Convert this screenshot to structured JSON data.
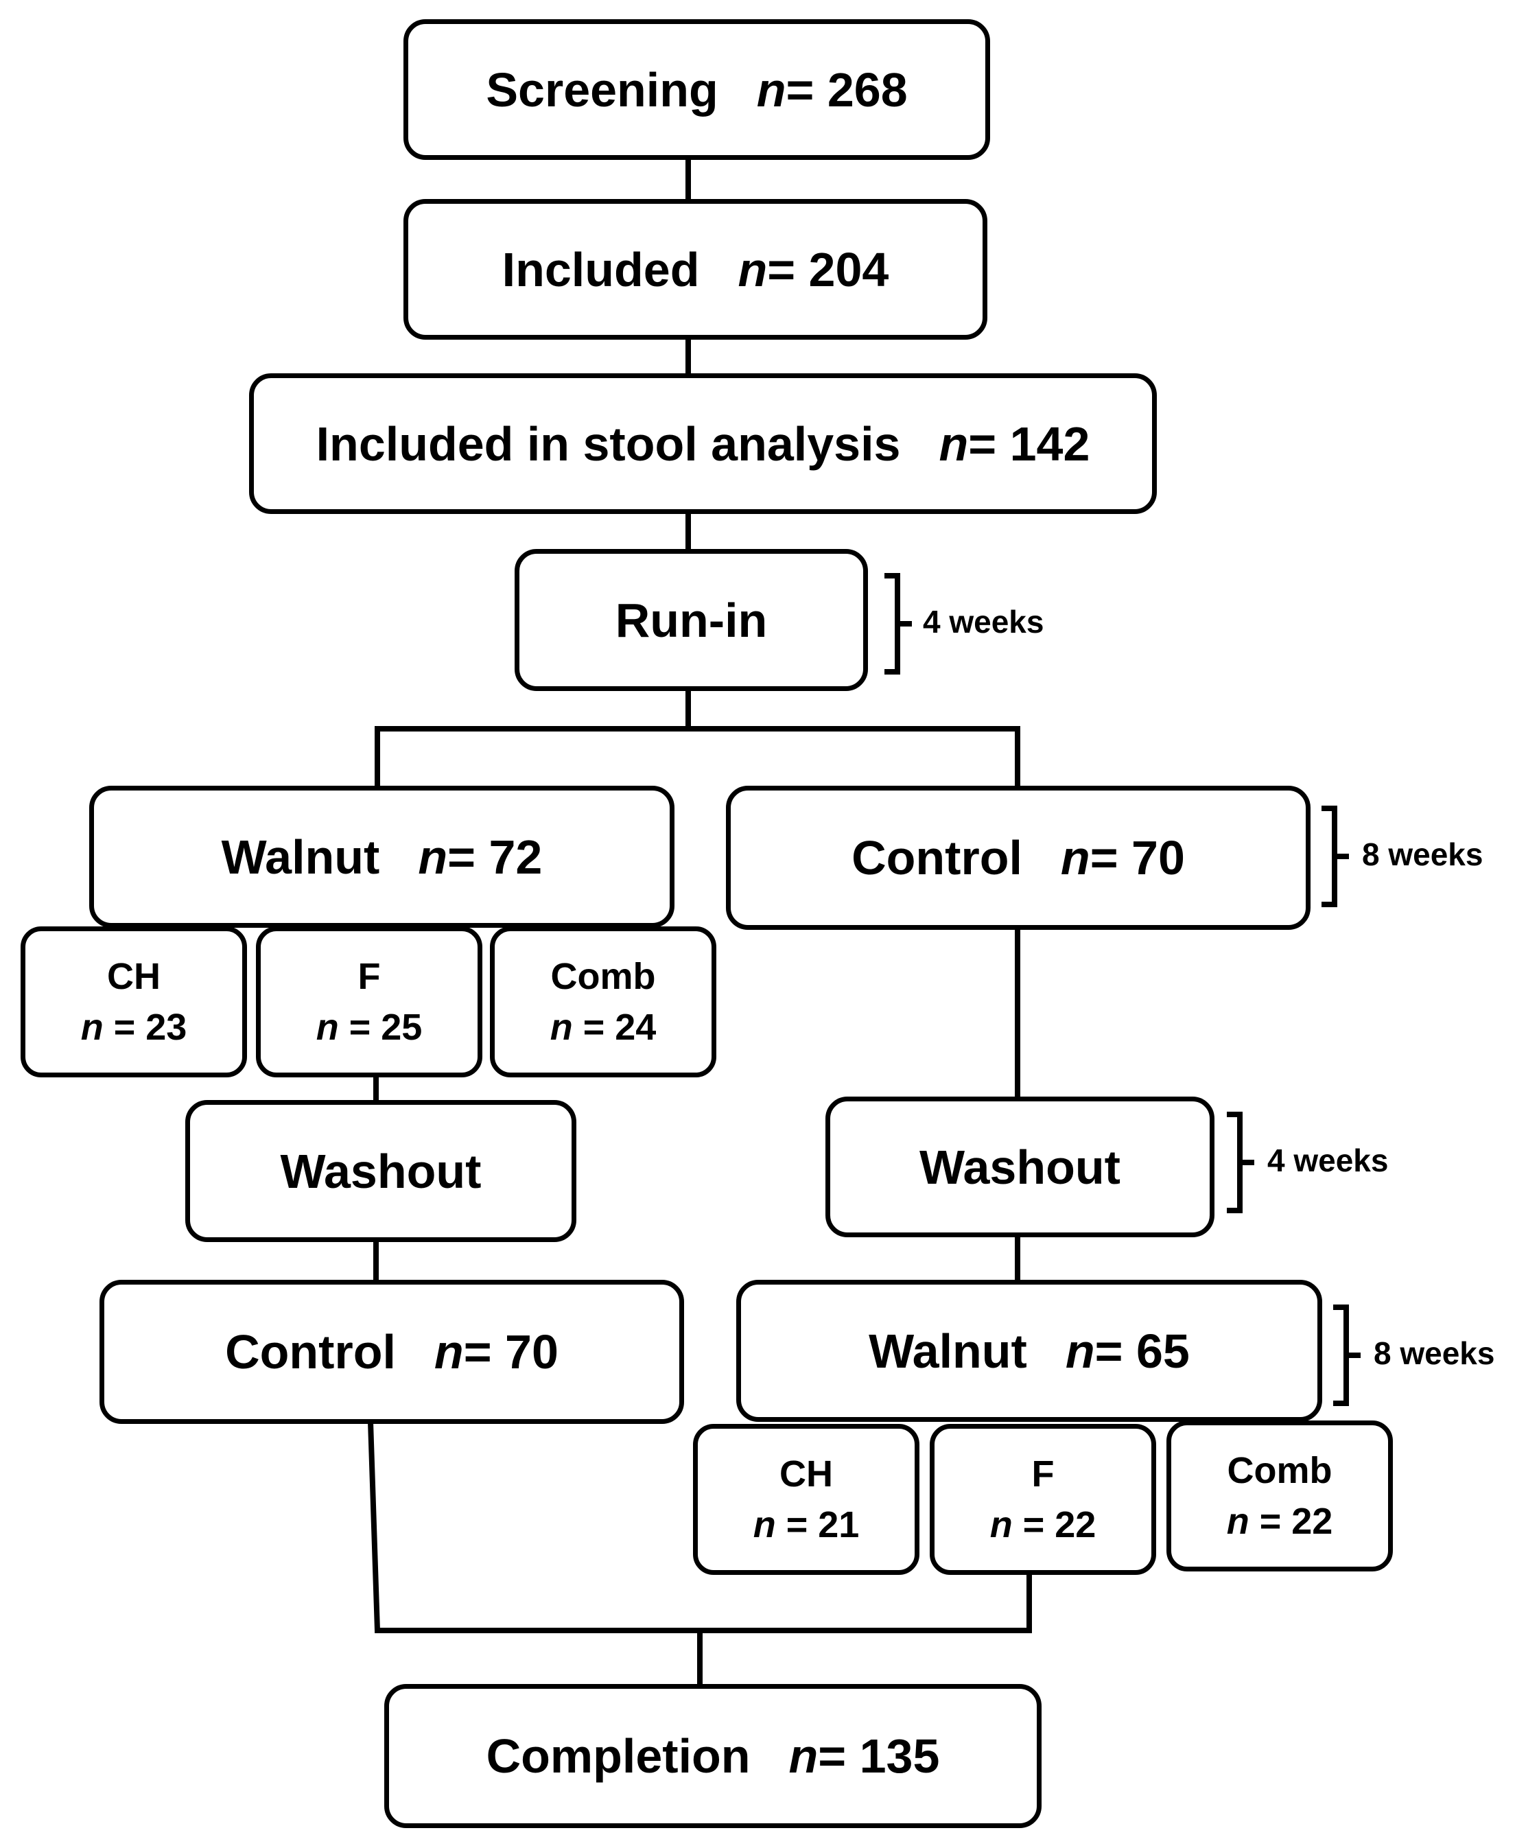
{
  "nodes": {
    "screening": {
      "label": "Screening",
      "n_symbol": "n",
      "n_text": "= 268"
    },
    "included": {
      "label": "Included",
      "n_symbol": "n",
      "n_text": "= 204"
    },
    "stool": {
      "label": "Included in stool analysis",
      "n_symbol": "n",
      "n_text": "= 142"
    },
    "runin": {
      "label": "Run-in"
    },
    "walnut_first": {
      "label": "Walnut",
      "n_symbol": "n",
      "n_text": "= 72"
    },
    "control_first": {
      "label": "Control",
      "n_symbol": "n",
      "n_text": "= 70"
    },
    "ch_first": {
      "label": "CH",
      "n_symbol": "n",
      "n_text": "= 23"
    },
    "f_first": {
      "label": "F",
      "n_symbol": "n",
      "n_text": "= 25"
    },
    "comb_first": {
      "label": "Comb",
      "n_symbol": "n",
      "n_text": "= 24"
    },
    "washout_left": {
      "label": "Washout"
    },
    "washout_right": {
      "label": "Washout"
    },
    "control_second": {
      "label": "Control",
      "n_symbol": "n",
      "n_text": "= 70"
    },
    "walnut_second": {
      "label": "Walnut",
      "n_symbol": "n",
      "n_text": "= 65"
    },
    "ch_second": {
      "label": "CH",
      "n_symbol": "n",
      "n_text": "= 21"
    },
    "f_second": {
      "label": "F",
      "n_symbol": "n",
      "n_text": "= 22"
    },
    "comb_second": {
      "label": "Comb",
      "n_symbol": "n",
      "n_text": "= 22"
    },
    "completion": {
      "label": "Completion",
      "n_symbol": "n",
      "n_text": "= 135"
    }
  },
  "durations": {
    "runin": "4 weeks",
    "period1": "8 weeks",
    "washout": "4 weeks",
    "period2": "8 weeks"
  }
}
